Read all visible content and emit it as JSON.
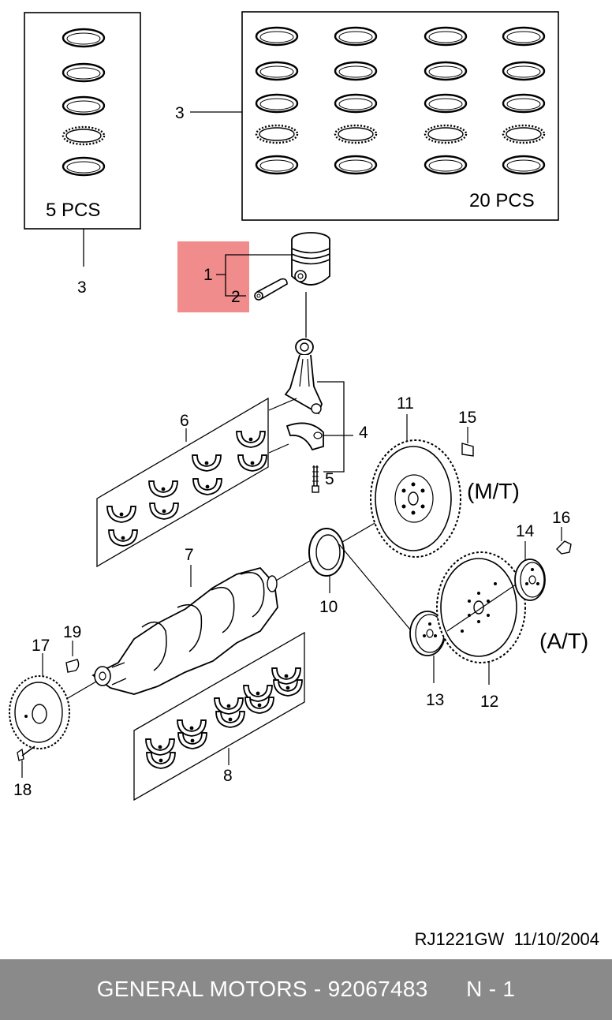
{
  "diagram": {
    "ring_box_small": {
      "caption": "5 PCS",
      "callout": "3"
    },
    "ring_box_large": {
      "caption": "20 PCS",
      "callout": "3"
    },
    "labels": {
      "piston": "1",
      "piston_pin": "2",
      "connecting_rod_assy": "4",
      "rod_bolt": "5",
      "conrod_bearings": "6",
      "crankshaft": "7",
      "main_bearings": "8",
      "rear_oil_seal": "10",
      "flywheel_mt": "11",
      "drive_plate_at": "12",
      "adapter_plate": "13",
      "reinforcement_plate": "14",
      "flywheel_bolt": "15",
      "drive_plate_bolt": "16",
      "crank_sprocket": "17",
      "sprocket_bolt": "18",
      "woodruff_key": "19"
    },
    "transmission_tags": {
      "manual": "(M/T)",
      "automatic": "(A/T)"
    },
    "highlight_color": "#f08080"
  },
  "doc": {
    "code": "RJ1221GW",
    "date": "11/10/2004"
  },
  "footer": {
    "brand": "GENERAL MOTORS",
    "separator": " - ",
    "part_number": "92067483",
    "page": "N - 1"
  }
}
